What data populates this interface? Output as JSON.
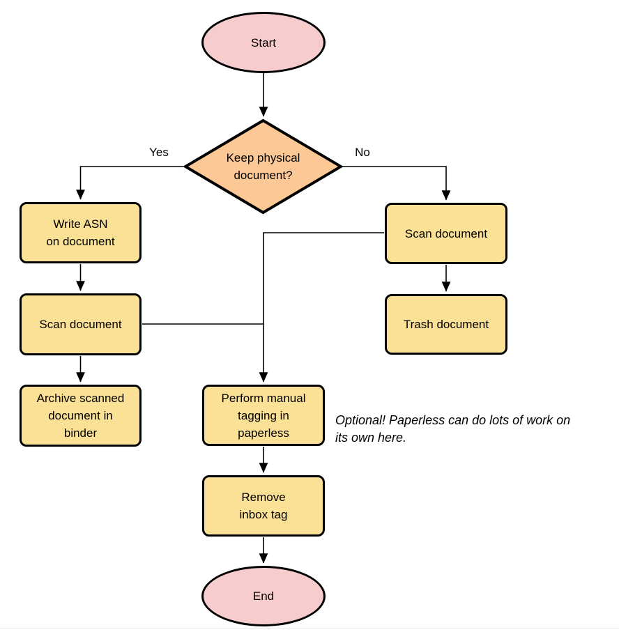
{
  "diagram": {
    "nodes": {
      "start": {
        "label": "Start",
        "shape": "ellipse"
      },
      "decision": {
        "label": "Keep physical\ndocument?",
        "shape": "diamond"
      },
      "write_asn": {
        "label": "Write ASN\non document",
        "shape": "rect"
      },
      "scan_left": {
        "label": "Scan document",
        "shape": "rect"
      },
      "archive": {
        "label": "Archive scanned\ndocument in\nbinder",
        "shape": "rect"
      },
      "scan_right": {
        "label": "Scan document",
        "shape": "rect"
      },
      "trash": {
        "label": "Trash document",
        "shape": "rect"
      },
      "tagging": {
        "label": "Perform manual\ntagging in\npaperless",
        "shape": "rect"
      },
      "remove_inbox": {
        "label": "Remove\ninbox tag",
        "shape": "rect"
      },
      "end": {
        "label": "End",
        "shape": "ellipse"
      }
    },
    "edge_labels": {
      "yes": "Yes",
      "no": "No"
    },
    "note": "Optional! Paperless can do lots of work on\nits own here.",
    "edges": [
      "start -> decision",
      "decision -> write_asn (Yes)",
      "decision -> scan_right (No)",
      "write_asn -> scan_left",
      "scan_left -> archive",
      "scan_right -> trash",
      "scan_left -> tagging",
      "scan_right -> tagging",
      "tagging -> remove_inbox",
      "remove_inbox -> end"
    ]
  },
  "colors": {
    "terminal_fill": "#f7cccd",
    "process_fill": "#fbe196",
    "decision_fill": "#fbc896",
    "border": "#000000",
    "line": "#000000"
  }
}
